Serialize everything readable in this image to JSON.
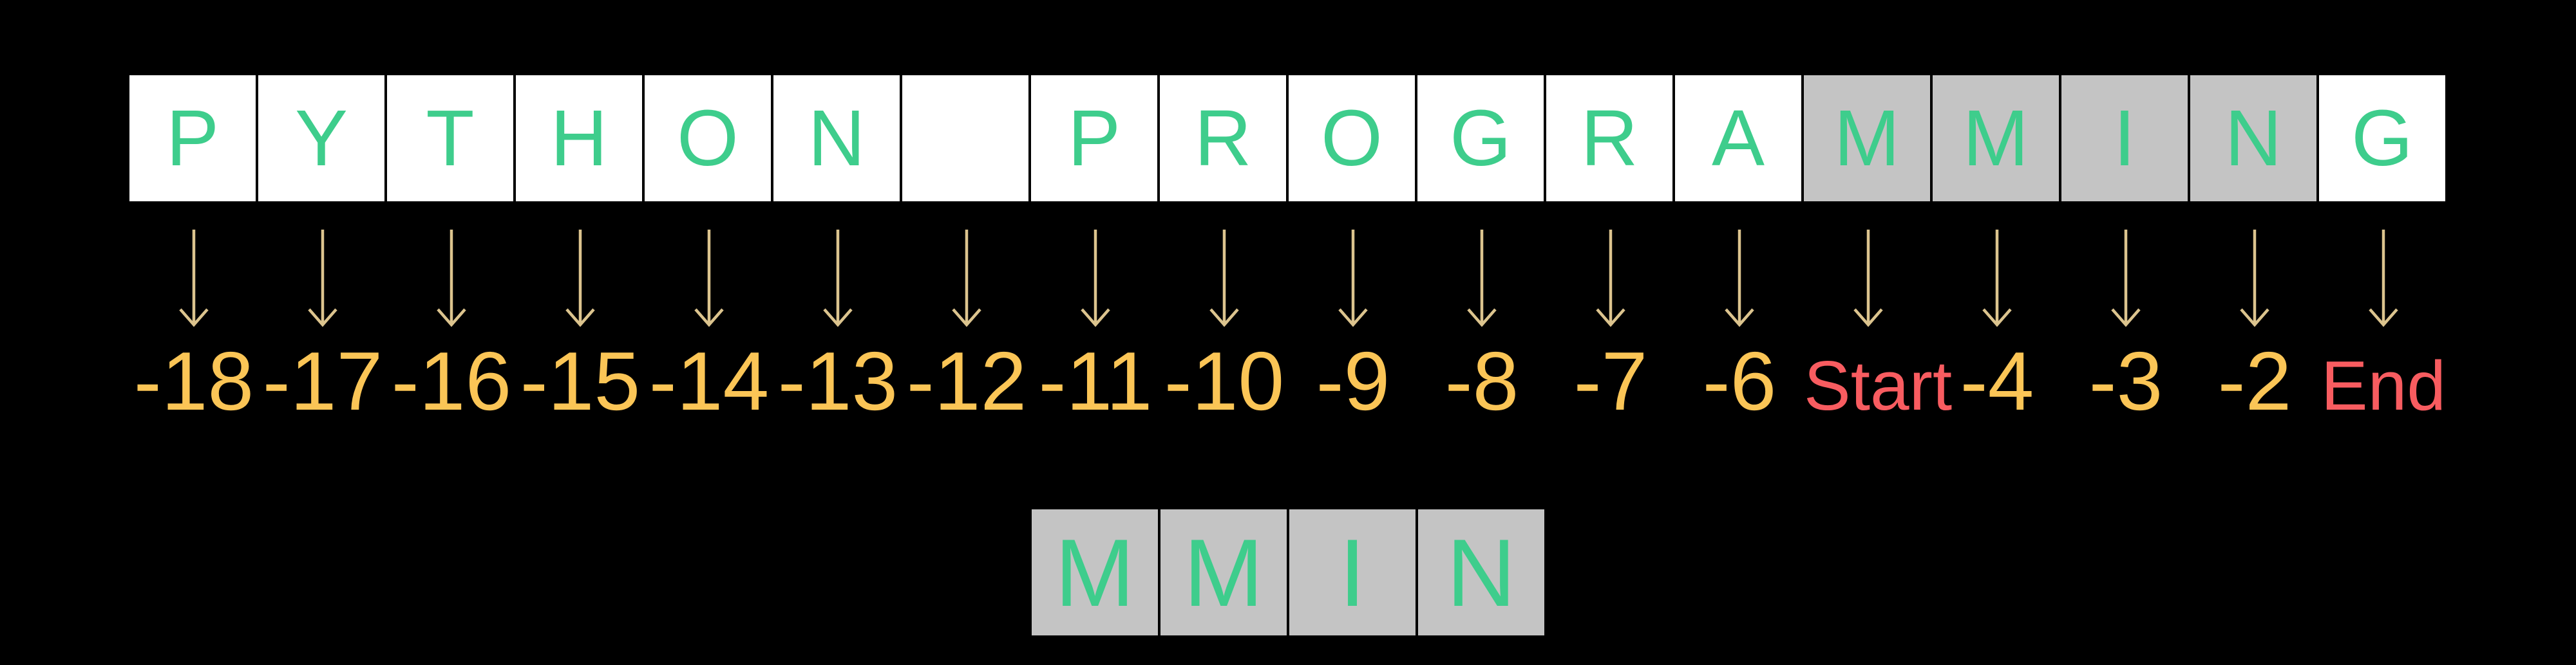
{
  "diagram": {
    "string_value": "PYTHON PROGRAMMING",
    "cells": [
      {
        "char": "P",
        "highlight": false
      },
      {
        "char": "Y",
        "highlight": false
      },
      {
        "char": "T",
        "highlight": false
      },
      {
        "char": "H",
        "highlight": false
      },
      {
        "char": "O",
        "highlight": false
      },
      {
        "char": "N",
        "highlight": false
      },
      {
        "char": " ",
        "highlight": false
      },
      {
        "char": "P",
        "highlight": false
      },
      {
        "char": "R",
        "highlight": false
      },
      {
        "char": "O",
        "highlight": false
      },
      {
        "char": "G",
        "highlight": false
      },
      {
        "char": "R",
        "highlight": false
      },
      {
        "char": "A",
        "highlight": false
      },
      {
        "char": "M",
        "highlight": true
      },
      {
        "char": "M",
        "highlight": true
      },
      {
        "char": "I",
        "highlight": true
      },
      {
        "char": "N",
        "highlight": true
      },
      {
        "char": "G",
        "highlight": false
      }
    ],
    "index_labels": [
      {
        "text": "-18",
        "type": "index"
      },
      {
        "text": "-17",
        "type": "index"
      },
      {
        "text": "-16",
        "type": "index"
      },
      {
        "text": "-15",
        "type": "index"
      },
      {
        "text": "-14",
        "type": "index"
      },
      {
        "text": "-13",
        "type": "index"
      },
      {
        "text": "-12",
        "type": "index"
      },
      {
        "text": "-11",
        "type": "index"
      },
      {
        "text": "-10",
        "type": "index"
      },
      {
        "text": "-9",
        "type": "index"
      },
      {
        "text": "-8",
        "type": "index"
      },
      {
        "text": "-7",
        "type": "index"
      },
      {
        "text": "-6",
        "type": "index"
      },
      {
        "text": "Start",
        "type": "marker"
      },
      {
        "text": "-4",
        "type": "index"
      },
      {
        "text": "-3",
        "type": "index"
      },
      {
        "text": "-2",
        "type": "index"
      },
      {
        "text": "End",
        "type": "marker"
      }
    ],
    "result_cells": [
      "M",
      "M",
      "I",
      "N"
    ]
  },
  "colors": {
    "background": "#000000",
    "cell_bg": "#ffffff",
    "highlight_bg": "#c4c4c4",
    "letter_green": "#3ecd8c",
    "index_yellow": "#fbc556",
    "marker_red": "#f85c60",
    "arrow_tan": "#dcc48e"
  }
}
